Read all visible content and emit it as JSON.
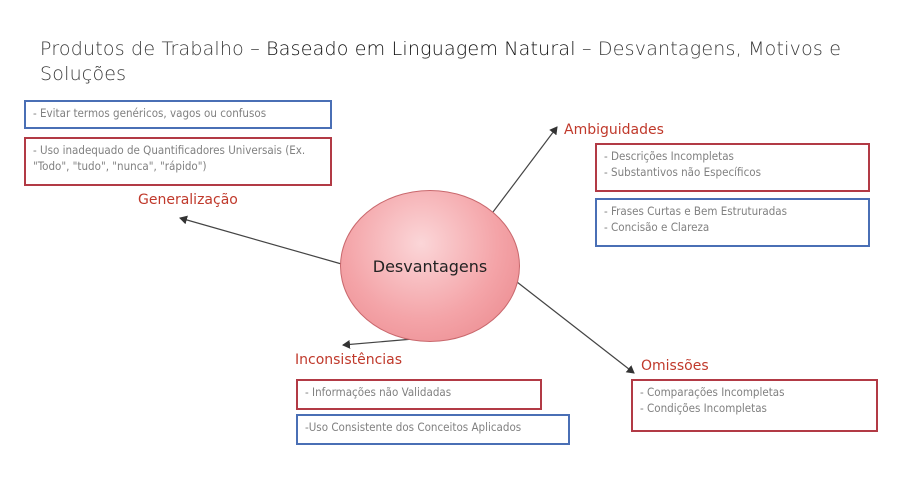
{
  "title": {
    "part1": "Produtos de Trabalho – ",
    "part2": "Baseado em Linguagem Natural",
    "part3": " – Desvantagens, Motivos e Soluções"
  },
  "center": {
    "label": "Desvantagens"
  },
  "generalizacao": {
    "label": "Generalização",
    "solution_box": [
      "- Evitar termos genéricos, vagos ou confusos"
    ],
    "problem_box": [
      "- Uso inadequado de Quantificadores Universais (Ex.",
      "\"Todo\", \"tudo\", \"nunca\", \"rápido\")"
    ]
  },
  "ambiguidades": {
    "label": "Ambiguidades",
    "problem_box": [
      "- Descrições Incompletas",
      "- Substantivos não Específicos"
    ],
    "solution_box": [
      "- Frases Curtas e Bem Estruturadas",
      "- Concisão e Clareza"
    ]
  },
  "inconsistencias": {
    "label": "Inconsistências",
    "problem_box": [
      "- Informações não Validadas"
    ],
    "solution_box": [
      "-Uso Consistente dos Conceitos Aplicados"
    ]
  },
  "omissoes": {
    "label": "Omissões",
    "problem_box": [
      "- Comparações Incompletas",
      "- Condições Incompletas"
    ]
  },
  "colors": {
    "problem": "#b23a45",
    "solution": "#4a6fb5",
    "label": "#c0392b",
    "node_fill": "#f4a4a8"
  }
}
